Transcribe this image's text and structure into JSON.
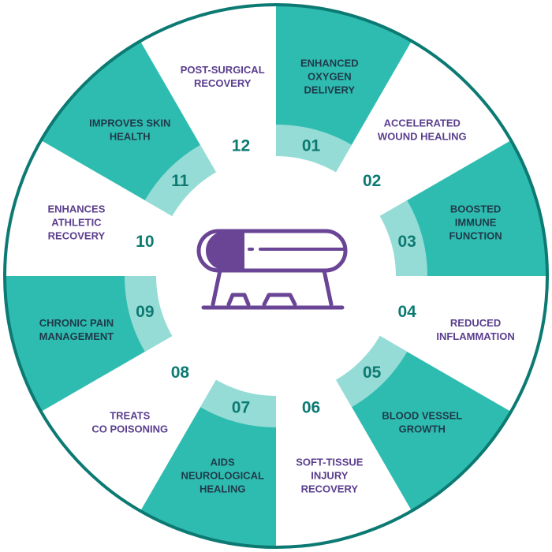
{
  "colors": {
    "teal": "#2fbcb0",
    "teal_light": "#96dcd6",
    "dark_teal": "#0c7a73",
    "white": "#ffffff",
    "label_on_teal": "#1f3a4a",
    "label_on_white": "#5a3e8e",
    "purple": "#6a4596"
  },
  "center_icon": "hyperbaric-chamber-icon",
  "segments": [
    {
      "number": "01",
      "lines": [
        "ENHANCED",
        "OXYGEN",
        "DELIVERY"
      ],
      "fill": "teal"
    },
    {
      "number": "02",
      "lines": [
        "ACCELERATED",
        "WOUND HEALING"
      ],
      "fill": "white"
    },
    {
      "number": "03",
      "lines": [
        "BOOSTED",
        "IMMUNE",
        "FUNCTION"
      ],
      "fill": "teal"
    },
    {
      "number": "04",
      "lines": [
        "REDUCED",
        "INFLAMMATION"
      ],
      "fill": "white"
    },
    {
      "number": "05",
      "lines": [
        "BLOOD VESSEL",
        "GROWTH"
      ],
      "fill": "teal"
    },
    {
      "number": "06",
      "lines": [
        "SOFT-TISSUE",
        "INJURY",
        "RECOVERY"
      ],
      "fill": "white"
    },
    {
      "number": "07",
      "lines": [
        "AIDS",
        "NEUROLOGICAL",
        "HEALING"
      ],
      "fill": "teal"
    },
    {
      "number": "08",
      "lines": [
        "TREATS",
        "CO POISONING"
      ],
      "fill": "white"
    },
    {
      "number": "09",
      "lines": [
        "CHRONIC PAIN",
        "MANAGEMENT"
      ],
      "fill": "teal"
    },
    {
      "number": "10",
      "lines": [
        "ENHANCES",
        "ATHLETIC",
        "RECOVERY"
      ],
      "fill": "white"
    },
    {
      "number": "11",
      "lines": [
        "IMPROVES SKIN",
        "HEALTH"
      ],
      "fill": "teal"
    },
    {
      "number": "12",
      "lines": [
        "POST-SURGICAL",
        "RECOVERY"
      ],
      "fill": "white"
    }
  ]
}
